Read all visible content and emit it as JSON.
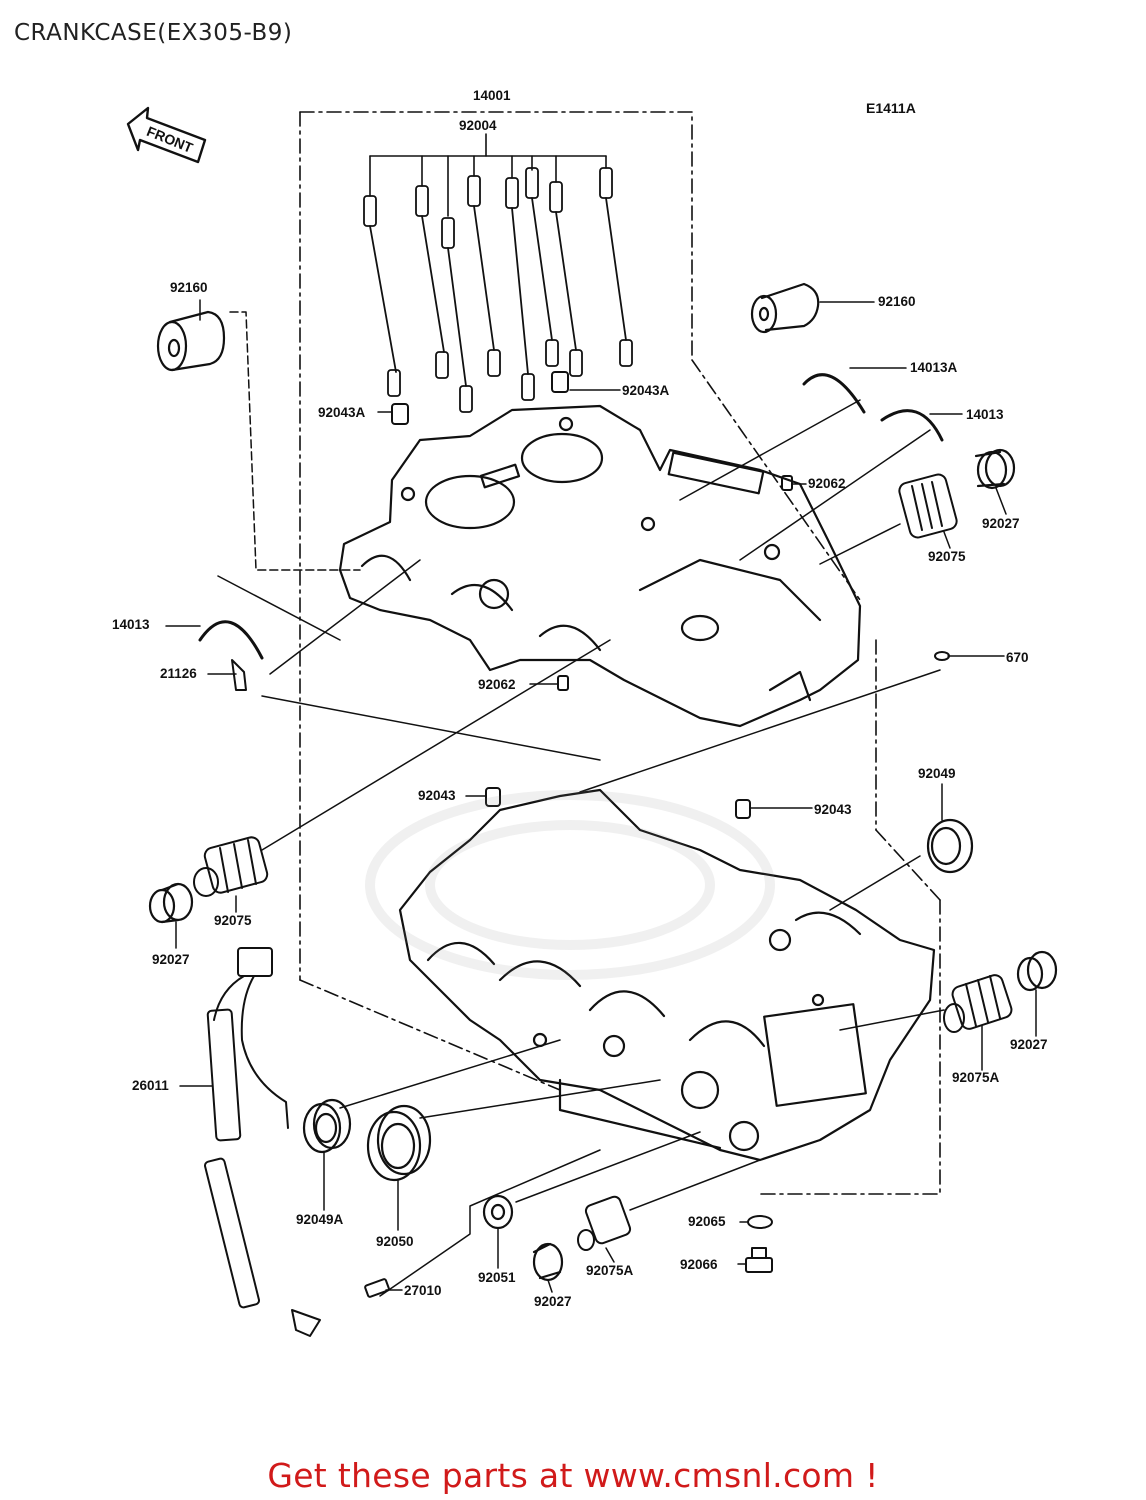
{
  "page": {
    "title": "CRANKCASE(EX305-B9)",
    "diagram_code": "E1411A",
    "footer_link": "Get these parts at www.cmsnl.com !",
    "front_arrow_label": "FRONT"
  },
  "parts": {
    "p14001": "14001",
    "p92004": "92004",
    "p92160_left": "92160",
    "p92160_right": "92160",
    "p14013A": "14013A",
    "p14013_right": "14013",
    "p92043A_left": "92043A",
    "p92043A_right": "92043A",
    "p92062_top": "92062",
    "p92027_top": "92027",
    "p92075_top": "92075",
    "p14013_left": "14013",
    "p21126": "21126",
    "p92062_mid": "92062",
    "p670": "670",
    "p92043_left": "92043",
    "p92043_right": "92043",
    "p92049": "92049",
    "p92075_mid": "92075",
    "p92027_mid": "92027",
    "p26011": "26011",
    "p92027_right": "92027",
    "p92075A_right": "92075A",
    "p92049A": "92049A",
    "p92050": "92050",
    "p92065": "92065",
    "p92066": "92066",
    "p92051": "92051",
    "p92075A_bottom": "92075A",
    "p92027_bottom": "92027",
    "p27010": "27010"
  },
  "colors": {
    "line": "#111111",
    "footer": "#d11a1a",
    "watermark": "#888888"
  }
}
